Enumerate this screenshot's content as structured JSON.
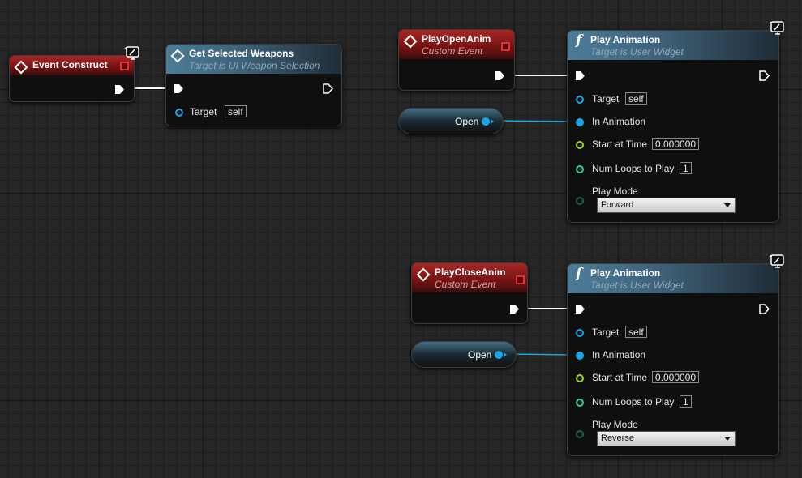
{
  "nodes": {
    "event_construct": {
      "title": "Event Construct"
    },
    "get_selected_weapons": {
      "title": "Get Selected Weapons",
      "subtitle": "Target is UI Weapon Selection",
      "target_label": "Target",
      "target_value": "self"
    },
    "play_open_anim": {
      "title": "PlayOpenAnim",
      "subtitle": "Custom Event"
    },
    "play_close_anim": {
      "title": "PlayCloseAnim",
      "subtitle": "Custom Event"
    },
    "play_animation_open": {
      "title": "Play Animation",
      "subtitle": "Target is User Widget",
      "target_label": "Target",
      "target_value": "self",
      "in_animation_label": "In Animation",
      "start_time_label": "Start at Time",
      "start_time_value": "0.000000",
      "num_loops_label": "Num Loops to Play",
      "num_loops_value": "1",
      "play_mode_label": "Play Mode",
      "play_mode_value": "Forward"
    },
    "play_animation_close": {
      "title": "Play Animation",
      "subtitle": "Target is User Widget",
      "target_label": "Target",
      "target_value": "self",
      "in_animation_label": "In Animation",
      "start_time_label": "Start at Time",
      "start_time_value": "0.000000",
      "num_loops_label": "Num Loops to Play",
      "num_loops_value": "1",
      "play_mode_label": "Play Mode",
      "play_mode_value": "Reverse"
    }
  },
  "variables": {
    "open_1": {
      "label": "Open"
    },
    "open_2": {
      "label": "Open"
    }
  },
  "icons": [
    "client-only-icon",
    "event-icon",
    "function-icon",
    "exec-pin-icon",
    "data-pin-icon",
    "dropdown-arrow-icon"
  ],
  "colors": {
    "event_header": "#a82626",
    "function_header": "#4d7c98",
    "exec_wire": "#ffffff",
    "object_wire": "#1aa5e6",
    "float_pin": "#9ad71f",
    "int_pin": "#2fc9a3"
  }
}
